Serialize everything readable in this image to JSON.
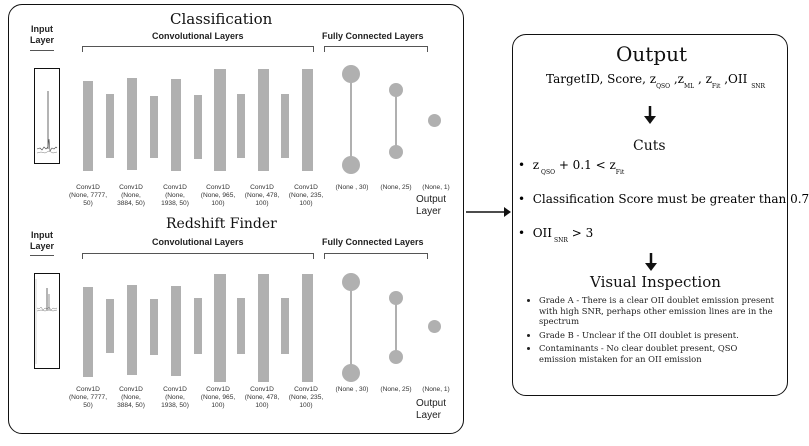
{
  "left_panel": {
    "classification": {
      "title": "Classification",
      "input_label": [
        "Input",
        "Layer"
      ],
      "conv_header": "Convolutional Layers",
      "fc_header": "Fully Connected Layers",
      "conv_labels": [
        [
          "Conv1D",
          "(None, 7777,",
          "50)"
        ],
        [
          "Conv1D",
          "(None,",
          "3884, 50)"
        ],
        [
          "Conv1D",
          "(None,",
          "1938, 50)"
        ],
        [
          "Conv1D",
          "(None, 965,",
          "100)"
        ],
        [
          "Conv1D",
          "(None, 478,",
          "100)"
        ],
        [
          "Conv1D",
          "(None, 235,",
          "100)"
        ]
      ],
      "fc_labels": [
        "(None , 30)",
        "(None, 25)",
        "(None, 1)"
      ],
      "output_label": [
        "Output",
        "Layer"
      ]
    },
    "redshift": {
      "title": "Redshift Finder",
      "input_label": [
        "Input",
        "Layer"
      ],
      "conv_header": "Convolutional Layers",
      "fc_header": "Fully Connected Layers",
      "conv_labels": [
        [
          "Conv1D",
          "(None, 7777,",
          "50)"
        ],
        [
          "Conv1D",
          "(None,",
          "3884, 50)"
        ],
        [
          "Conv1D",
          "(None,",
          "1938, 50)"
        ],
        [
          "Conv1D",
          "(None, 965,",
          "100)"
        ],
        [
          "Conv1D",
          "(None, 478,",
          "100)"
        ],
        [
          "Conv1D",
          "(None, 235,",
          "100)"
        ]
      ],
      "fc_labels": [
        "(None , 30)",
        "(None, 25)",
        "(None, 1)"
      ],
      "output_label": [
        "Output",
        "Layer"
      ]
    }
  },
  "right_panel": {
    "title": "Output",
    "fields": {
      "lead": "TargetID, Score, z",
      "qso": "QSO",
      "ml_prefix": " ,z",
      "ml": "ML",
      "fit_prefix": " , z",
      "fit": "Fit",
      "oii_prefix": " ,OII",
      "snr": "SNR"
    },
    "cuts_title": "Cuts",
    "cut1": {
      "z": "z",
      "qso": "QSO",
      "mid": " + 0.1 < z",
      "fit": "Fit"
    },
    "cut2": "Classification Score must be greater than 0.7",
    "cut3": {
      "oii": "OII",
      "snr": "SNR",
      "rest": " > 3"
    },
    "visual_title": "Visual Inspection",
    "visual_items": [
      "Grade A - There is a clear OII doublet emission present with high SNR, perhaps other emission lines are in the spectrum",
      "Grade B - Unclear if the OII doublet is present.",
      "Contaminants - No clear doublet present, QSO emission mistaken for an OII emission"
    ]
  }
}
